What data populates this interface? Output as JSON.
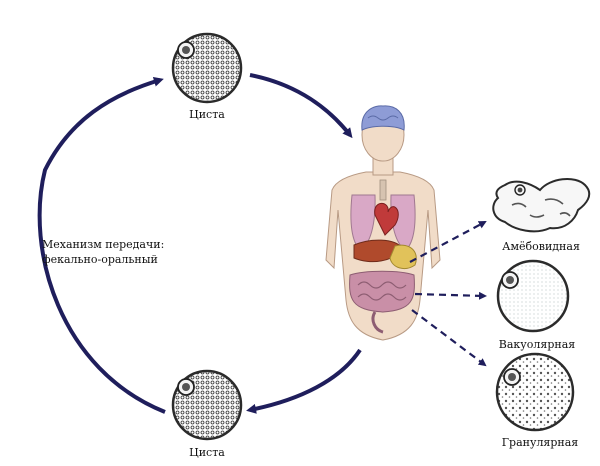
{
  "labels": {
    "cyst_top": "Циста",
    "cyst_bottom": "Циста",
    "mechanism_line1": "Механизм передачи:",
    "mechanism_line2": "фекально-оральный",
    "form_amoeboid": "Амёбовидная",
    "form_vacuolar": "Вакуолярная",
    "form_granular": "Гранулярная"
  },
  "colors": {
    "cycle_arrow": "#1f1e5c",
    "dashed_arrow": "#1f1e5c",
    "cyst_outline": "#2b2b2b",
    "skin": "#f1dcc8",
    "brain": "#8e9cd6",
    "lungs": "#d9a8c6",
    "heart": "#c03a3a",
    "liver": "#b04a2c",
    "stomach": "#e1c25a",
    "intestine": "#c98fa7"
  }
}
